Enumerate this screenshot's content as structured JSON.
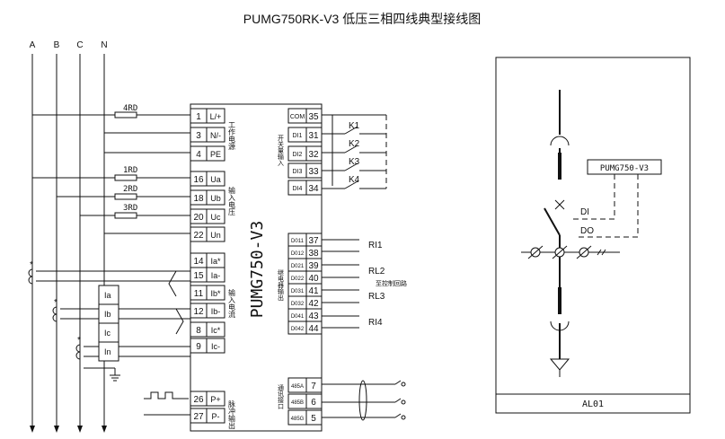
{
  "title": "PUMG750RK-V3 低压三相四线典型接线图",
  "phases": [
    "A",
    "B",
    "C",
    "N"
  ],
  "fuses": [
    "4RD",
    "1RD",
    "2RD",
    "3RD"
  ],
  "terminals_left": [
    {
      "num": "1",
      "label": "L/+"
    },
    {
      "num": "3",
      "label": "N/-"
    },
    {
      "num": "4",
      "label": "PE"
    },
    {
      "num": "16",
      "label": "Ua"
    },
    {
      "num": "18",
      "label": "Ub"
    },
    {
      "num": "20",
      "label": "Uc"
    },
    {
      "num": "22",
      "label": "Un"
    },
    {
      "num": "14",
      "label": "Ia*"
    },
    {
      "num": "15",
      "label": "Ia-"
    },
    {
      "num": "11",
      "label": "Ib*"
    },
    {
      "num": "12",
      "label": "Ib-"
    },
    {
      "num": "8",
      "label": "Ic*"
    },
    {
      "num": "9",
      "label": "Ic-"
    },
    {
      "num": "26",
      "label": "P+"
    },
    {
      "num": "27",
      "label": "P-"
    }
  ],
  "group_labels_left": [
    "工作电源",
    "输入电压",
    "输入电流",
    "脉冲输出"
  ],
  "ct_labels": [
    "Ia",
    "Ib",
    "Ic",
    "In"
  ],
  "device_name": "PUMG750-V3",
  "terminals_di": [
    {
      "label": "COM",
      "num": "35"
    },
    {
      "label": "DI1",
      "num": "31"
    },
    {
      "label": "DI2",
      "num": "32"
    },
    {
      "label": "DI3",
      "num": "33"
    },
    {
      "label": "DI4",
      "num": "34"
    }
  ],
  "group_label_di": "开关量输入",
  "keys": [
    "K1",
    "K2",
    "K3",
    "K4"
  ],
  "terminals_do": [
    {
      "label": "D011",
      "num": "37"
    },
    {
      "label": "D012",
      "num": "38"
    },
    {
      "label": "D021",
      "num": "39"
    },
    {
      "label": "D022",
      "num": "40"
    },
    {
      "label": "D031",
      "num": "41"
    },
    {
      "label": "D032",
      "num": "42"
    },
    {
      "label": "D041",
      "num": "43"
    },
    {
      "label": "D042",
      "num": "44"
    }
  ],
  "group_label_do": "继电器输出",
  "relays": [
    "RI1",
    "RL2",
    "RL3",
    "RI4"
  ],
  "relay_note": "至控制回路",
  "terminals_comm": [
    {
      "label": "485A",
      "num": "7"
    },
    {
      "label": "485B",
      "num": "6"
    },
    {
      "label": "485G",
      "num": "5"
    }
  ],
  "group_label_comm": "通讯接口",
  "right_panel": {
    "device_box": "PUMG750-V3",
    "di": "DI",
    "do": "DO",
    "footer": "AL01"
  }
}
